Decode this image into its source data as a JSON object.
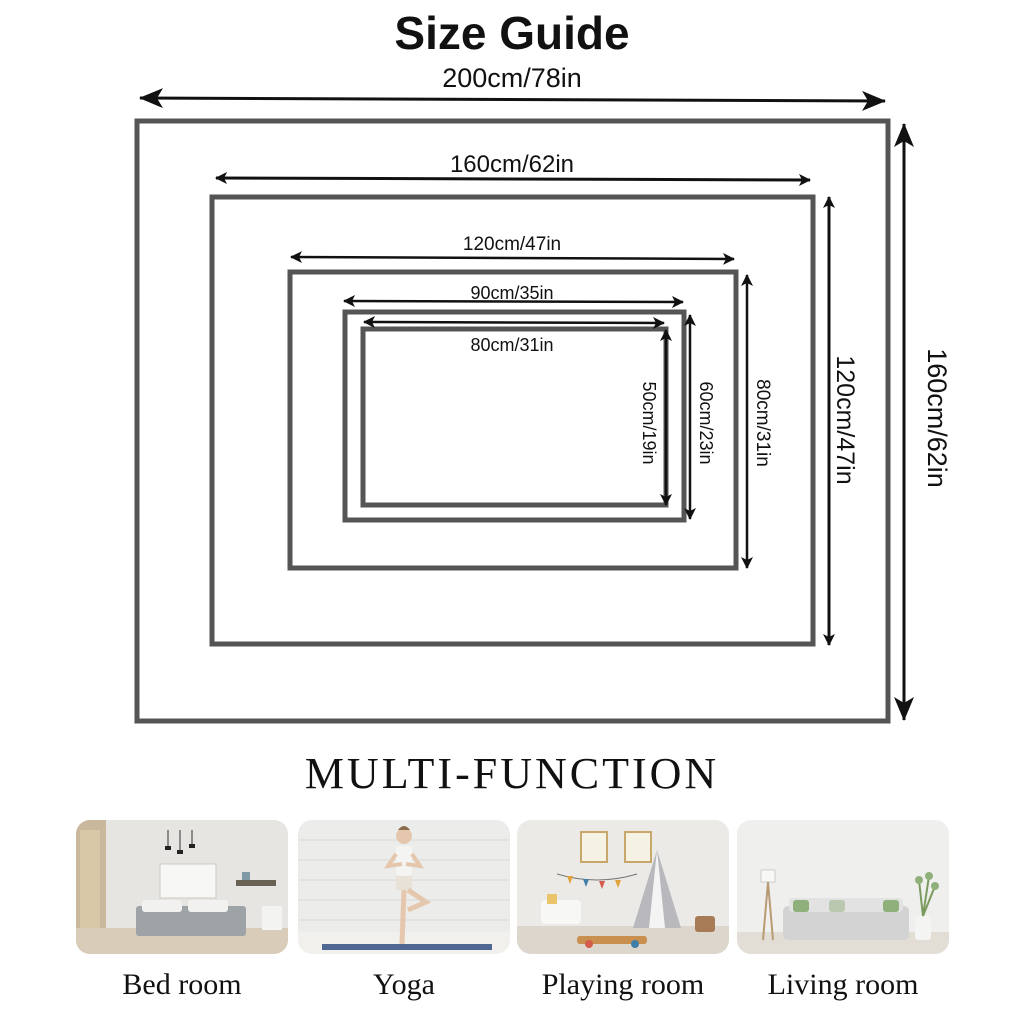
{
  "title": "Size Guide",
  "sizes": [
    {
      "width_label": "200cm/78in",
      "height_label": "160cm/62in"
    },
    {
      "width_label": "160cm/62in",
      "height_label": "120cm/47in"
    },
    {
      "width_label": "120cm/47in",
      "height_label": "80cm/31in"
    },
    {
      "width_label": "90cm/35in",
      "height_label": "60cm/23in"
    },
    {
      "width_label": "80cm/31in",
      "height_label": "50cm/19in"
    }
  ],
  "multi_function": "MULTI-FUNCTION",
  "uses": [
    {
      "label": "Bed room",
      "icon": "bedroom-photo"
    },
    {
      "label": "Yoga",
      "icon": "yoga-photo"
    },
    {
      "label": "Playing room",
      "icon": "playroom-photo"
    },
    {
      "label": "Living room",
      "icon": "living-room-photo"
    }
  ],
  "colors": {
    "frame": "#555555",
    "arrow": "#111111"
  }
}
